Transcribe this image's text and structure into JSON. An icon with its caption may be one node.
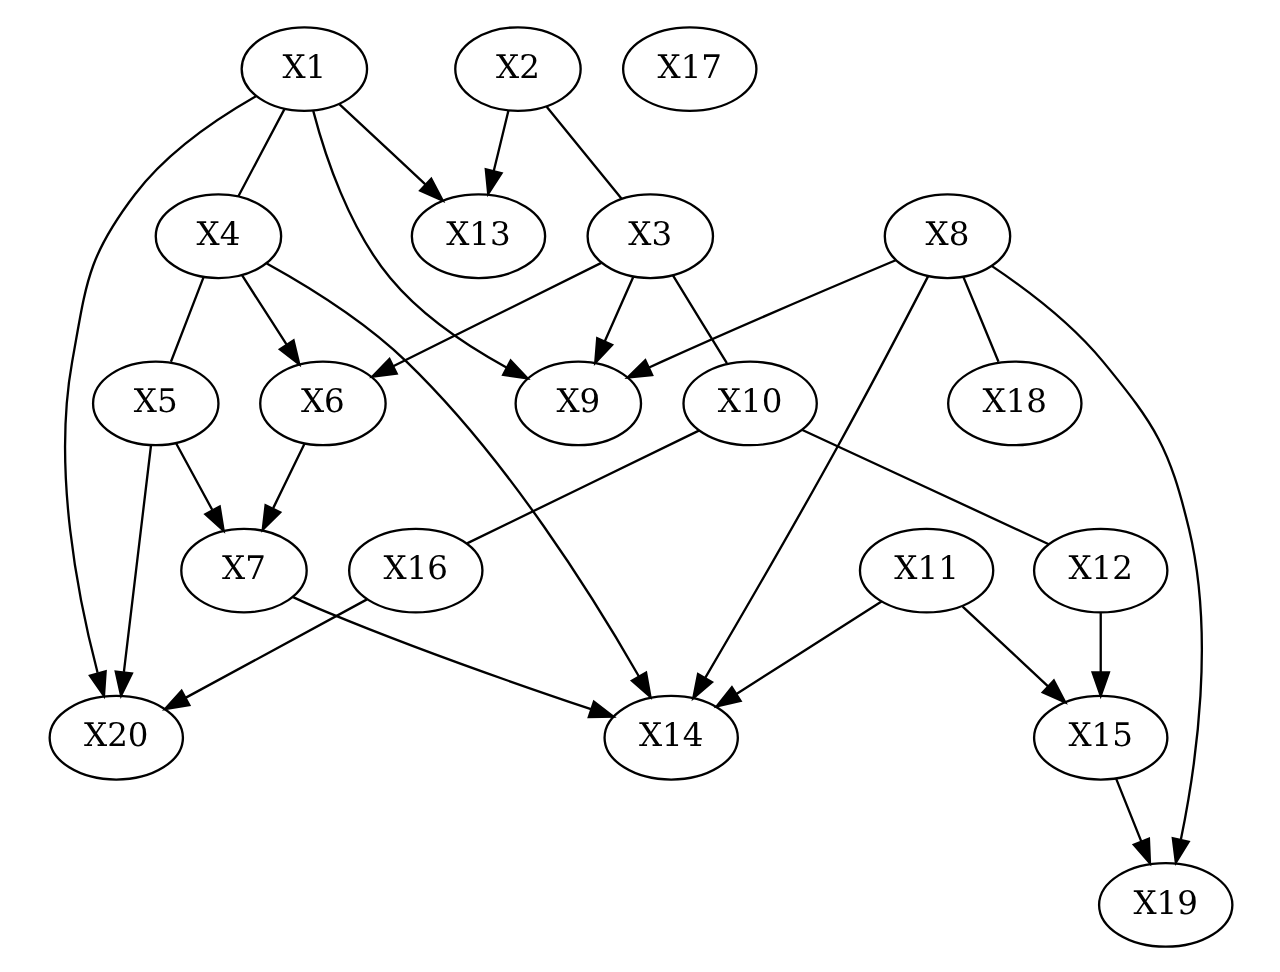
{
  "diagram": {
    "nodes": [
      {
        "text": [
          "X1"
        ]
      },
      {
        "text": [
          "X2"
        ]
      },
      {
        "text": [
          "X17"
        ]
      },
      {
        "text": [
          "X4"
        ]
      },
      {
        "text": [
          "X13"
        ]
      },
      {
        "text": [
          "X3"
        ]
      },
      {
        "text": [
          "X8"
        ]
      },
      {
        "text": [
          "X5"
        ]
      },
      {
        "text": [
          "X6"
        ]
      },
      {
        "text": [
          "X9"
        ]
      },
      {
        "text": [
          "X10"
        ]
      },
      {
        "text": [
          "X18"
        ]
      },
      {
        "text": [
          "X7"
        ]
      },
      {
        "text": [
          "X16"
        ]
      },
      {
        "text": [
          "X11"
        ]
      },
      {
        "text": [
          "X12"
        ]
      },
      {
        "text": [
          "X20"
        ]
      },
      {
        "text": [
          "X14"
        ]
      },
      {
        "text": [
          "X15"
        ]
      },
      {
        "text": [
          "X19"
        ]
      }
    ],
    "edges": [
      {
        "from": 0,
        "to": 3,
        "arrow": "none"
      },
      {
        "from": 0,
        "to": 4,
        "arrow": "to"
      },
      {
        "from": 0,
        "to": 9,
        "arrow": "to"
      },
      {
        "from": 0,
        "to": 16,
        "arrow": "to"
      },
      {
        "from": 1,
        "to": 4,
        "arrow": "to"
      },
      {
        "from": 1,
        "to": 5,
        "arrow": "none"
      },
      {
        "from": 3,
        "to": 7,
        "arrow": "none"
      },
      {
        "from": 3,
        "to": 8,
        "arrow": "to"
      },
      {
        "from": 3,
        "to": 17,
        "arrow": "to"
      },
      {
        "from": 5,
        "to": 8,
        "arrow": "to"
      },
      {
        "from": 5,
        "to": 9,
        "arrow": "to"
      },
      {
        "from": 5,
        "to": 10,
        "arrow": "none"
      },
      {
        "from": 6,
        "to": 9,
        "arrow": "to"
      },
      {
        "from": 6,
        "to": 11,
        "arrow": "none"
      },
      {
        "from": 6,
        "to": 17,
        "arrow": "to"
      },
      {
        "from": 6,
        "to": 19,
        "arrow": "to"
      },
      {
        "from": 7,
        "to": 16,
        "arrow": "to"
      },
      {
        "from": 7,
        "to": 12,
        "arrow": "to"
      },
      {
        "from": 8,
        "to": 12,
        "arrow": "to"
      },
      {
        "from": 10,
        "to": 13,
        "arrow": "none"
      },
      {
        "from": 10,
        "to": 15,
        "arrow": "none"
      },
      {
        "from": 12,
        "to": 17,
        "arrow": "to"
      },
      {
        "from": 13,
        "to": 16,
        "arrow": "to"
      },
      {
        "from": 14,
        "to": 17,
        "arrow": "to"
      },
      {
        "from": 14,
        "to": 18,
        "arrow": "to"
      },
      {
        "from": 15,
        "to": 18,
        "arrow": "to"
      },
      {
        "from": 18,
        "to": 19,
        "arrow": "to"
      }
    ]
  }
}
